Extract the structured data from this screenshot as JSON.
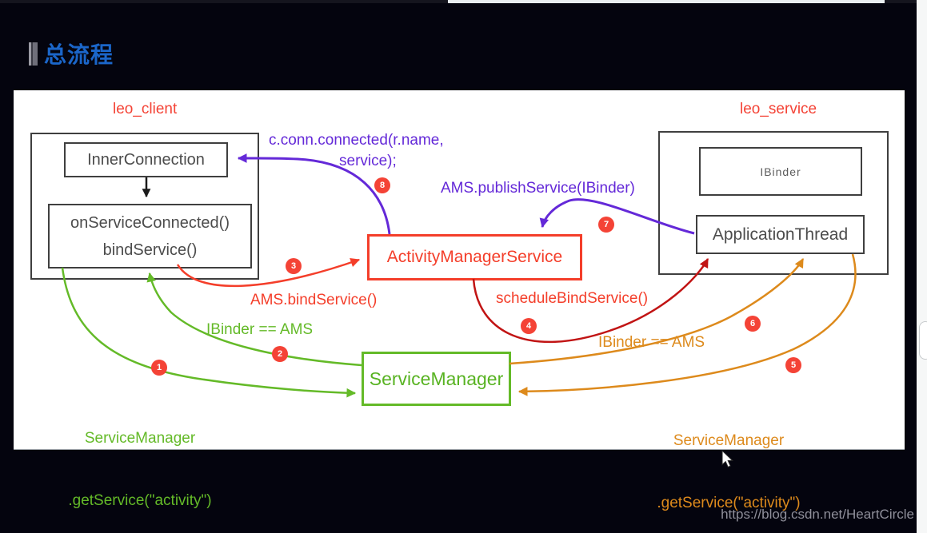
{
  "header": {
    "title": "总流程"
  },
  "watermark": "https://blog.csdn.net/HeartCircle",
  "diagram": {
    "client_group": {
      "label": "leo_client"
    },
    "service_group": {
      "label": "leo_service"
    },
    "nodes": {
      "inner_connection": "InnerConnection",
      "on_service_connected": "onServiceConnected()",
      "bind_service": "bindService()",
      "ibinder": "IBinder",
      "application_thread": "ApplicationThread",
      "activity_manager_service": "ActivityManagerService",
      "service_manager": "ServiceManager"
    },
    "edge_labels": {
      "connected_call_line1": "c.conn.connected(r.name,",
      "connected_call_line2": "service);",
      "publish_service": "AMS.publishService(IBinder)",
      "ams_bind_service": "AMS.bindService()",
      "schedule_bind_service": "scheduleBindService()",
      "ibinder_eq_ams_client": "IBinder == AMS",
      "ibinder_eq_ams_service": "IBinder == AMS",
      "get_service_client_line1": "ServiceManager",
      "get_service_client_line2": ".getService(\"activity\")",
      "get_service_service_line1": "ServiceManager",
      "get_service_service_line2": ".getService(\"activity\")"
    },
    "steps": [
      "1",
      "2",
      "3",
      "4",
      "5",
      "6",
      "7",
      "8"
    ],
    "colors": {
      "client_flow_green": "#64ba28",
      "service_flow_orange": "#dd8a1c",
      "bind_red": "#f43e2a",
      "schedule_dark_red": "#c11414",
      "binder_purple": "#6429d8",
      "badge_red": "#f44336",
      "group_label_red": "#f44336",
      "title_blue": "#1b66c9"
    }
  }
}
